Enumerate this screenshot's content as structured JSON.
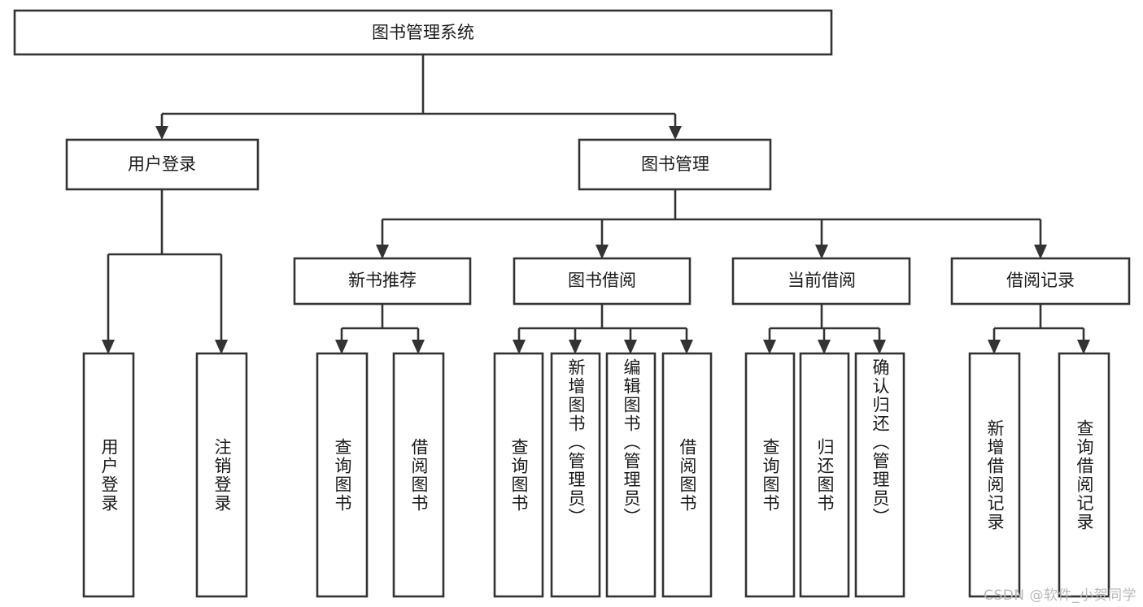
{
  "diagram": {
    "title": "图书管理系统",
    "type": "hierarchy-tree",
    "orientation": "top-down",
    "colors": {
      "box_fill": "#ffffff",
      "box_stroke": "#333333",
      "text": "#1a1a1a",
      "background": "#ffffff",
      "watermark": "#b9b9b9"
    },
    "root": {
      "label": "图书管理系统"
    },
    "level2": [
      {
        "label": "用户登录"
      },
      {
        "label": "图书管理"
      }
    ],
    "level3": [
      {
        "label": "新书推荐"
      },
      {
        "label": "图书借阅"
      },
      {
        "label": "当前借阅"
      },
      {
        "label": "借阅记录"
      }
    ],
    "leaves": {
      "user_login": [
        {
          "label": "用户登录"
        },
        {
          "label": "注销登录"
        }
      ],
      "new_book_recommend": [
        {
          "label": "查询图书"
        },
        {
          "label": "借阅图书"
        }
      ],
      "book_borrow": [
        {
          "label": "查询图书"
        },
        {
          "label": "新增图书（管理员）"
        },
        {
          "label": "编辑图书（管理员）"
        },
        {
          "label": "借阅图书"
        }
      ],
      "current_borrow": [
        {
          "label": "查询图书"
        },
        {
          "label": "归还图书"
        },
        {
          "label": "确认归还（管理员）"
        }
      ],
      "borrow_records": [
        {
          "label": "新增借阅记录"
        },
        {
          "label": "查询借阅记录"
        }
      ]
    },
    "watermark": "CSDN @软件_小贺同学"
  }
}
